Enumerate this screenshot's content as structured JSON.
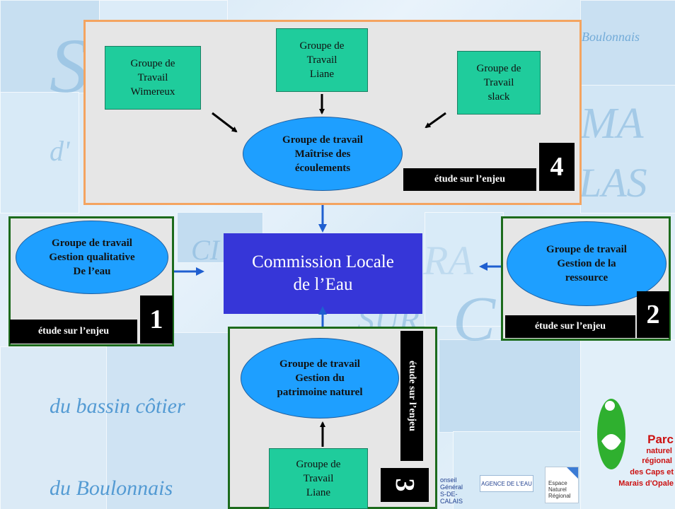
{
  "background": {
    "text_top_right": "Boulonnais",
    "text_bottom_left_1": "du bassin côtier",
    "text_bottom_left_2": "du Boulonnais",
    "watermark_1": "S",
    "watermark_2": "MA",
    "watermark_3": "d'",
    "watermark_4": "LAS",
    "watermark_5": "RA",
    "watermark_6": "SUR",
    "watermark_7": "C",
    "watermark_8": "CI"
  },
  "commission": {
    "label": "Commission Locale\nde l’Eau"
  },
  "group4": {
    "sub_wimereux": "Groupe de\nTravail\nWimereux",
    "sub_liane": "Groupe de\nTravail\nLiane",
    "sub_slack": "Groupe de\nTravail\nslack",
    "main": "Groupe de travail\nMaîtrise des\nécoulements",
    "etude": "étude sur  l’enjeu",
    "number": "4"
  },
  "group1": {
    "main": "Groupe de travail\nGestion qualitative\nDe l’eau",
    "etude": "étude sur  l’enjeu",
    "number": "1"
  },
  "group2": {
    "main": "Groupe de travail\nGestion de la\nressource",
    "etude": "étude sur  l’enjeu",
    "number": "2"
  },
  "group3": {
    "main": "Groupe de travail\nGestion du\npatrimoine naturel",
    "sub_liane": "Groupe de\nTravail\nLiane",
    "etude": "étude sur  l’enjeu",
    "number": "3"
  },
  "logos": {
    "parc_1": "Parc",
    "parc_2": "naturel",
    "parc_3": "régional",
    "parc_4": "des Caps et",
    "parc_5": "Marais d'Opale",
    "conseil": "onseil Général\nS-DE-CALAIS",
    "agence": "AGENCE DE L'EAU",
    "espace": "Espace\nNaturel\nRégional"
  },
  "colors": {
    "arrow_blue": "#1f5fd0",
    "teal": "#1fcc9c",
    "ellipse": "#1e9fff",
    "commission": "#3636d8",
    "orange_border": "#f4a460",
    "green_border": "#1c6b1c",
    "parc_red": "#cc1111",
    "parc_green": "#2fb02f"
  }
}
